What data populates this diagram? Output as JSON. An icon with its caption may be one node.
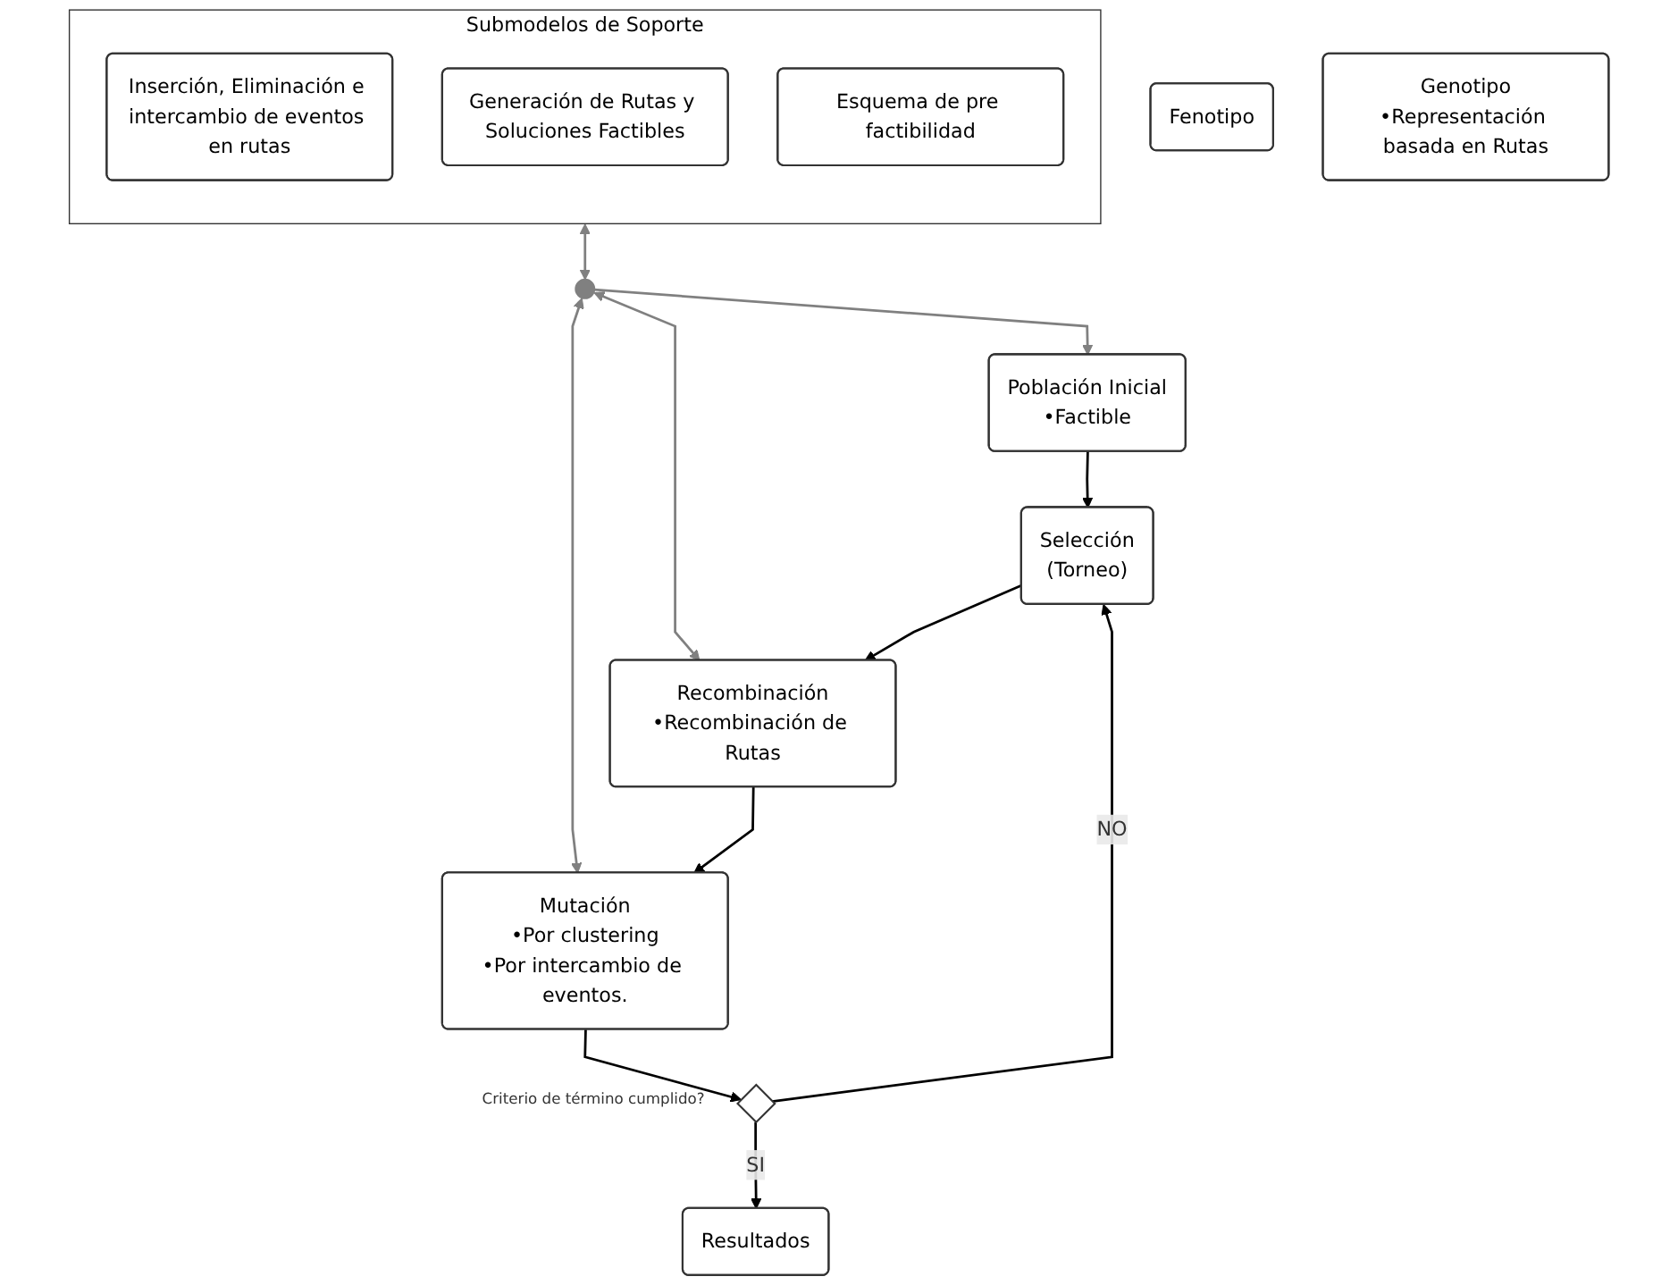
{
  "diagram": {
    "nodes": [
      {
        "text": [
          "Submodelos de Soporte"
        ]
      },
      {
        "text": [
          "Inserción, Eliminación e intercambio de eventos en rutas"
        ],
        "in": 0
      },
      {
        "text": [
          "Generación de Rutas y Soluciones Factibles"
        ],
        "in": 0
      },
      {
        "text": [
          "Esquema de pre factibilidad"
        ],
        "in": 0
      },
      {
        "text": [],
        "shape": "circle"
      },
      {
        "text": [
          "Población Inicial",
          "•Factible"
        ]
      },
      {
        "text": [
          "Selección",
          "(Torneo)"
        ]
      },
      {
        "text": [
          "Recombinación",
          "•Recombinación de Rutas"
        ]
      },
      {
        "text": [
          "Mutación",
          "•Por clustering",
          "•Por intercambio de eventos."
        ]
      },
      {
        "text": [],
        "shape": "diamond",
        "beside": [
          "Criterio de término cumplido?"
        ]
      },
      {
        "text": [
          "Resultados"
        ]
      },
      {
        "text": [
          "Fenotipo"
        ]
      },
      {
        "text": [
          "Genotipo",
          "•Representación basada en Rutas"
        ]
      }
    ],
    "edges": [
      {
        "from": 0,
        "to": 4,
        "arrow": "both",
        "color": "#808080"
      },
      {
        "from": 4,
        "to": 5,
        "arrow": "to",
        "color": "#808080"
      },
      {
        "from": 4,
        "to": 7,
        "arrow": "both",
        "color": "#808080"
      },
      {
        "from": 4,
        "to": 8,
        "arrow": "both",
        "color": "#808080"
      },
      {
        "from": 5,
        "to": 6,
        "arrow": "to"
      },
      {
        "from": 6,
        "to": 7,
        "arrow": "to"
      },
      {
        "from": 7,
        "to": 8,
        "arrow": "to"
      },
      {
        "from": 8,
        "to": 9,
        "arrow": "to"
      },
      {
        "from": 9,
        "to": 6,
        "arrow": "to",
        "label": "NO"
      },
      {
        "from": 9,
        "to": 10,
        "arrow": "to",
        "label": "SI"
      }
    ]
  }
}
